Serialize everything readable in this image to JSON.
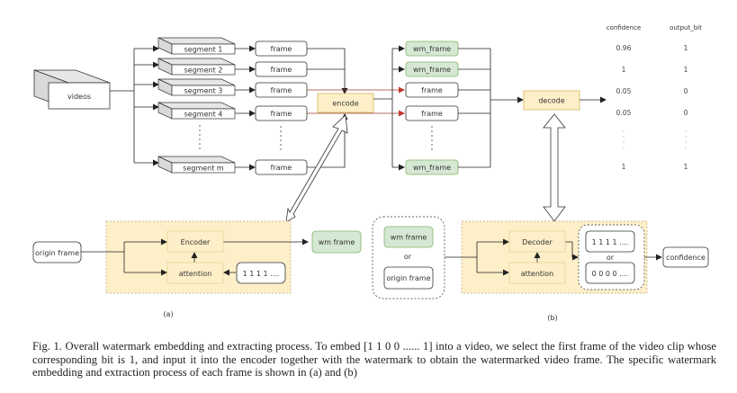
{
  "colors": {
    "yellow_fill": "#fdefc8",
    "yellow_stroke": "#d6b656",
    "green_fill": "#d5e8d4",
    "green_stroke": "#82b366",
    "red_arrow": "#c0392b",
    "line": "#222222"
  },
  "top": {
    "videos_label": "videos",
    "segments": [
      "segment 1",
      "segment 2",
      "segment 3",
      "segment 4",
      "segment m"
    ],
    "frames": [
      "frame",
      "frame",
      "frame",
      "frame",
      "frame"
    ],
    "encode_label": "encode",
    "outputs": [
      "wm_frame",
      "wm_frame",
      "frame",
      "frame",
      "wm_frame"
    ],
    "decode_label": "decode",
    "table": {
      "headers": [
        "confidence",
        "output_bit"
      ],
      "rows": [
        [
          "0.96",
          "1"
        ],
        [
          "1",
          "1"
        ],
        [
          "0.05",
          "0"
        ],
        [
          "0.05",
          "0"
        ],
        [
          "1",
          "1"
        ]
      ]
    }
  },
  "panel_a": {
    "input_label": "origin frame",
    "encoder_label": "Encoder",
    "attention_label": "attention",
    "bits_label": "1 1 1 1 ....",
    "output_label": "wm frame",
    "caption": "(a)"
  },
  "panel_b": {
    "input_options": [
      "wm frame",
      "or",
      "origin frame"
    ],
    "decoder_label": "Decoder",
    "attention_label": "attention",
    "bit_options": [
      "1 1 1 1 ....",
      "or",
      "0 0 0 0 ...."
    ],
    "output_label": "confidence",
    "caption": "(b)"
  },
  "figure_caption": "Fig. 1.  Overall watermark embedding and extracting process. To embed [1 1 0 0 ...... 1] into a video, we select the first frame of the video clip whose corresponding bit is 1, and input it into the encoder together with the watermark to obtain the watermarked video frame. The specific watermark embedding and extraction process of each frame is shown in (a) and (b)"
}
